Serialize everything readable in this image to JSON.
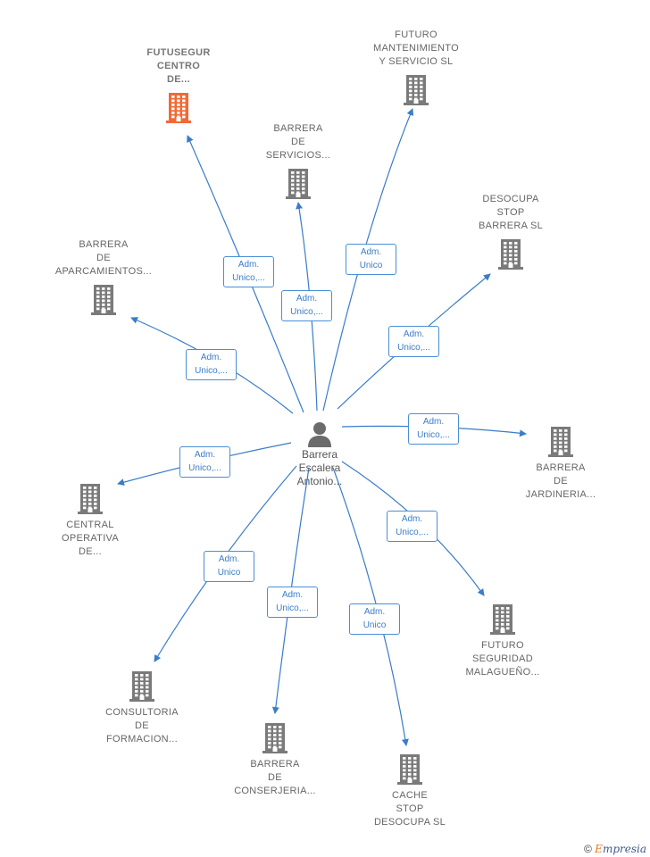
{
  "center": {
    "label": "Barrera\nEscalera\nAntonio..."
  },
  "companies": [
    {
      "id": "futusegur",
      "label": "FUTUSEGUR\nCENTRO\nDE...",
      "highlight": true,
      "color": "#f06a35"
    },
    {
      "id": "barrera-servicios",
      "label": "BARRERA\nDE\nSERVICIOS...",
      "highlight": false,
      "color": "#7a7a7a"
    },
    {
      "id": "futuro-mantenimiento",
      "label": "FUTURO\nMANTENIMIENTO\nY SERVICIO  SL",
      "highlight": false,
      "color": "#7a7a7a"
    },
    {
      "id": "desocupa-stop",
      "label": "DESOCUPA\nSTOP\nBARRERA  SL",
      "highlight": false,
      "color": "#7a7a7a"
    },
    {
      "id": "barrera-aparcamientos",
      "label": "BARRERA\nDE\nAPARCAMIENTOS...",
      "highlight": false,
      "color": "#7a7a7a"
    },
    {
      "id": "barrera-jardineria",
      "label": "BARRERA\nDE\nJARDINERIA...",
      "highlight": false,
      "color": "#7a7a7a"
    },
    {
      "id": "central-operativa",
      "label": "CENTRAL\nOPERATIVA\nDE...",
      "highlight": false,
      "color": "#7a7a7a"
    },
    {
      "id": "futuro-seguridad",
      "label": "FUTURO\nSEGURIDAD\nMALAGUEÑO...",
      "highlight": false,
      "color": "#7a7a7a"
    },
    {
      "id": "consultoria",
      "label": "CONSULTORIA\nDE\nFORMACION...",
      "highlight": false,
      "color": "#7a7a7a"
    },
    {
      "id": "barrera-conserjeria",
      "label": "BARRERA\nDE\nCONSERJERIA...",
      "highlight": false,
      "color": "#7a7a7a"
    },
    {
      "id": "cache-stop",
      "label": "CACHE\nSTOP\nDESOCUPA  SL",
      "highlight": false,
      "color": "#7a7a7a"
    }
  ],
  "edges": [
    {
      "target": "futusegur",
      "label": "Adm.\nUnico,..."
    },
    {
      "target": "barrera-servicios",
      "label": "Adm.\nUnico,..."
    },
    {
      "target": "futuro-mantenimiento",
      "label": "Adm.\nUnico"
    },
    {
      "target": "desocupa-stop",
      "label": "Adm.\nUnico,..."
    },
    {
      "target": "barrera-aparcamientos",
      "label": "Adm.\nUnico,..."
    },
    {
      "target": "barrera-jardineria",
      "label": "Adm.\nUnico,..."
    },
    {
      "target": "central-operativa",
      "label": "Adm.\nUnico,..."
    },
    {
      "target": "futuro-seguridad",
      "label": "Adm.\nUnico,..."
    },
    {
      "target": "consultoria",
      "label": "Adm.\nUnico"
    },
    {
      "target": "barrera-conserjeria",
      "label": "Adm.\nUnico,..."
    },
    {
      "target": "cache-stop",
      "label": "Adm.\nUnico"
    }
  ],
  "colors": {
    "edge": "#3a7cc9",
    "building": "#7a7a7a",
    "highlight": "#f06a35",
    "person": "#6b6b6b"
  },
  "footer": {
    "copyright": "©",
    "brand_first": "E",
    "brand_rest": "mpresia"
  }
}
